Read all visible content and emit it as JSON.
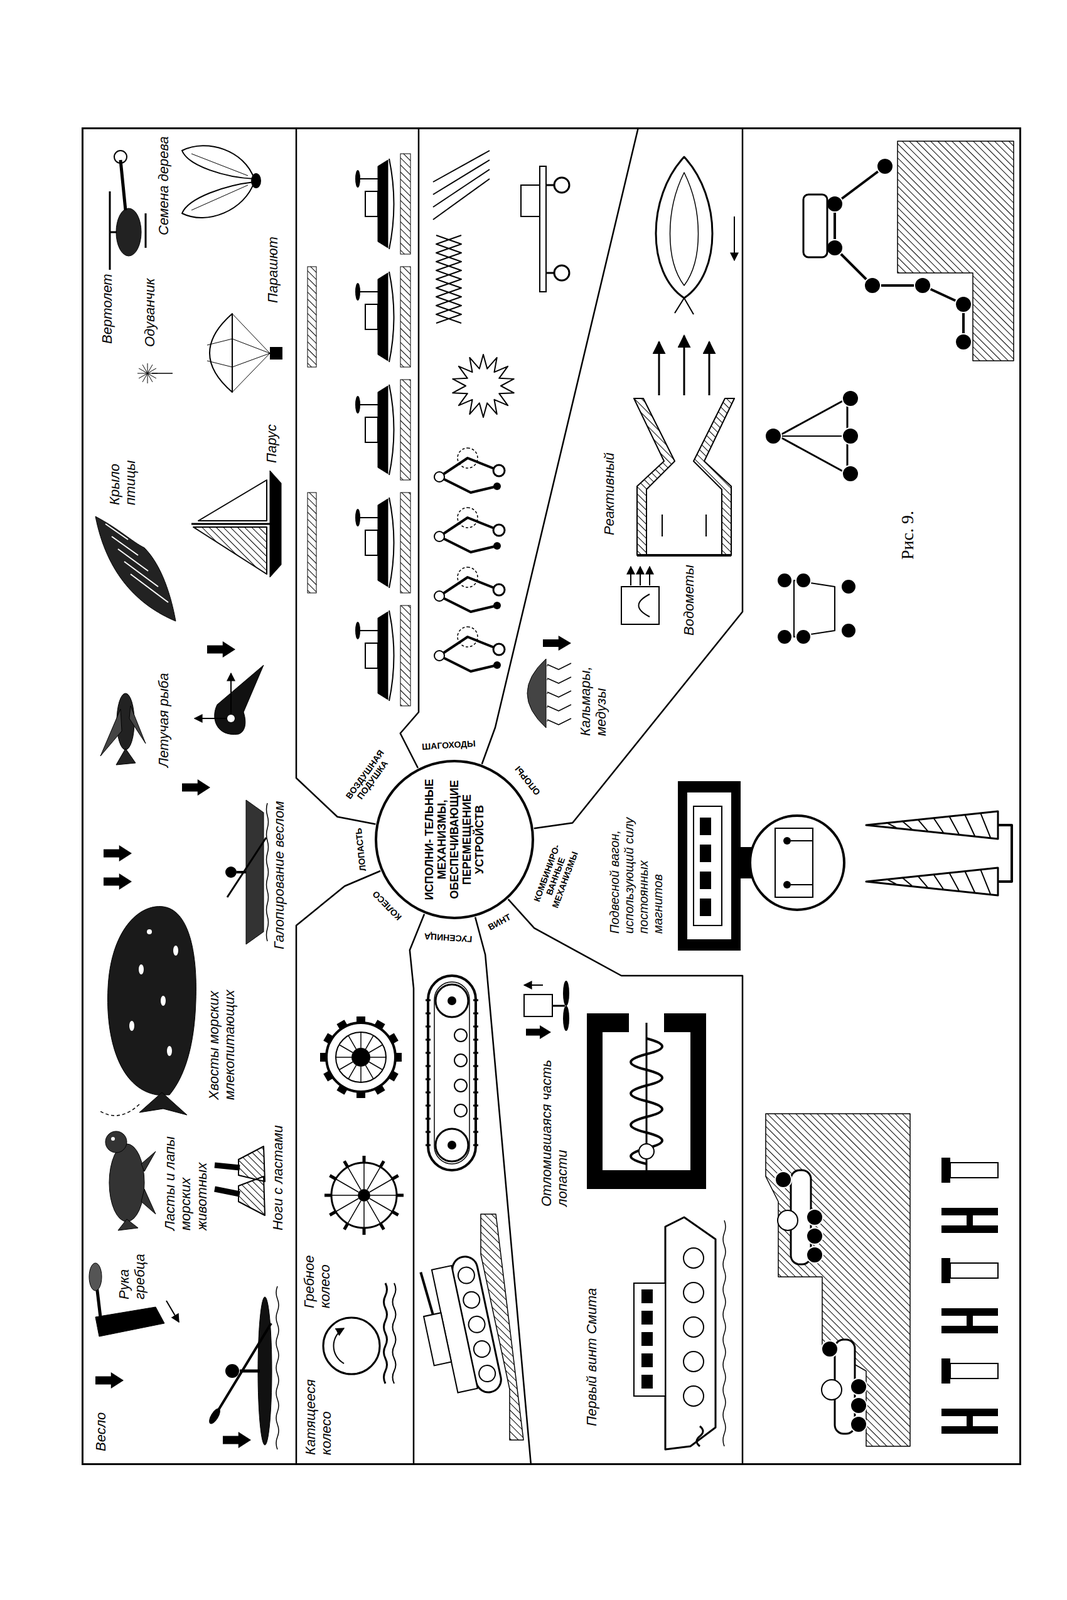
{
  "diagram": {
    "caption": "Рис. 9.",
    "nodes": [
      {
        "text": [
          "ИСПОЛНИ- ТЕЛЬНЫЕ МЕХАНИЗМЫ, ОБЕСПЕЧИВАЮЩИЕ ПЕРЕМЕЩЕНИЕ УСТРОЙСТВ"
        ]
      }
    ],
    "labels": [
      "Весло",
      "Рука гребца",
      "Ласты и лапы морских животных",
      "Ноги с ластами",
      "Хвосты морских млекопитающих",
      "Галопирование веслом",
      "Летучая рыба",
      "Крыло птицы",
      "Парус",
      "Вертолет",
      "Одуванчик",
      "Парашют",
      "Семена дерева",
      "Катящееся колесо",
      "Гребное колесо",
      "Отломившаяся часть лопасти",
      "Первый винт Смита",
      "Кальмары, медузы",
      "Водометы",
      "Реактивный",
      "Подвесной вагон, использующий силу постоянных магнитов",
      "ЛОПАСТЬ",
      "ВОЗДУШНАЯ ПОДУШКА",
      "ШАГОХОДЫ",
      "ОПОРЫ",
      "КОМБИНИРО- ВАННЫЕ МЕХАНИЗМЫ",
      "ВИНТ",
      "ГУСЕНИЦА",
      "КОЛЕСО"
    ]
  }
}
